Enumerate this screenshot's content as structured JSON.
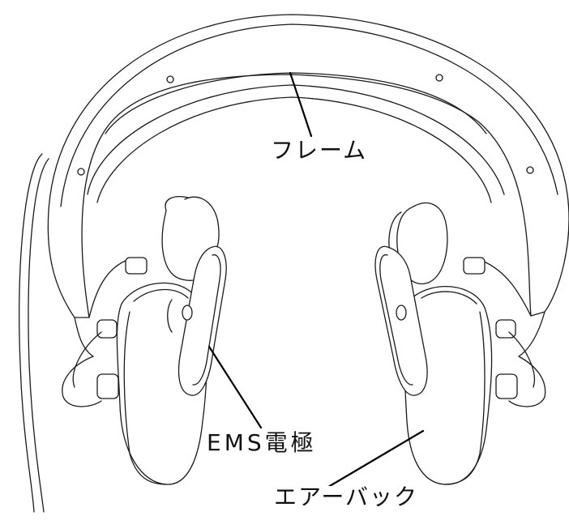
{
  "labels": {
    "frame": "フレーム",
    "ems_electrode": "EMS電極",
    "airbag": "エアーバック"
  },
  "colors": {
    "line": "#1a1a1a",
    "background": "#ffffff"
  }
}
